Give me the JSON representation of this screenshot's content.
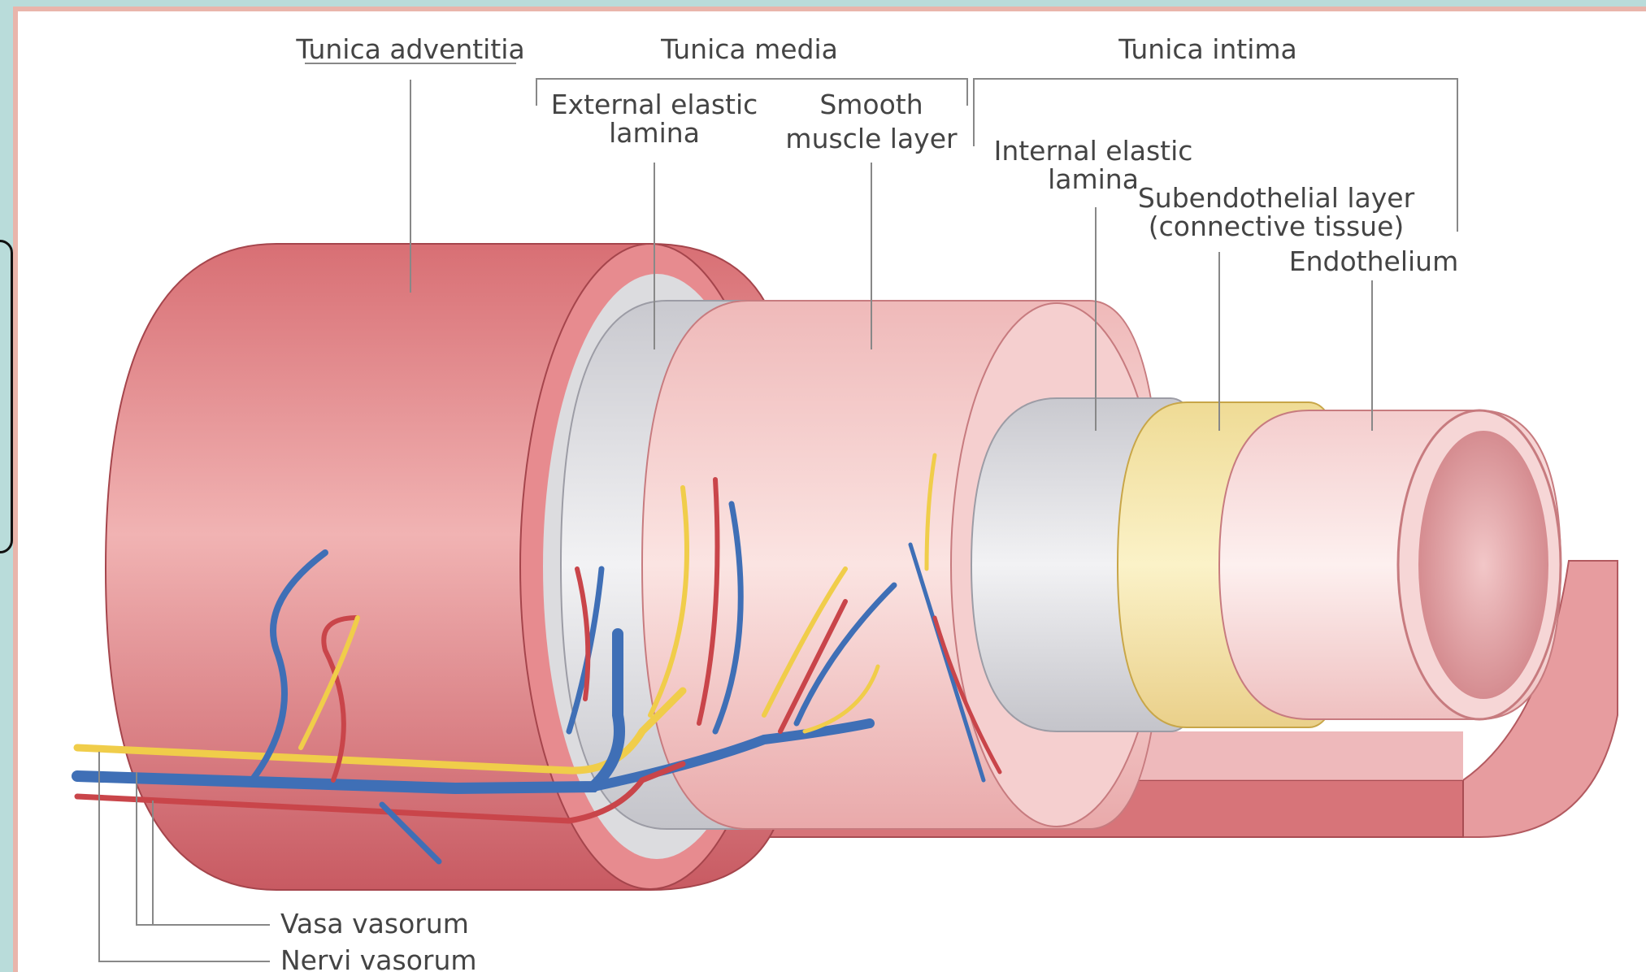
{
  "labels": {
    "tunica_adventitia": "Tunica adventitia",
    "tunica_media": "Tunica media",
    "tunica_intima": "Tunica intima",
    "external_elastic_lamina_1": "External elastic",
    "external_elastic_lamina_2": "lamina",
    "smooth_muscle_1": "Smooth",
    "smooth_muscle_2": "muscle layer",
    "internal_elastic_lamina_1": "Internal elastic",
    "internal_elastic_lamina_2": "lamina",
    "subendothelial_1": "Subendothelial layer",
    "subendothelial_2": "(connective tissue)",
    "endothelium": "Endothelium",
    "vasa_vasorum": "Vasa vasorum",
    "nervi_vasorum": "Nervi vasorum"
  },
  "colors": {
    "adventitia": "#d9777a",
    "adventitia_dark": "#b8525a",
    "elastic": "#dcdcdf",
    "media": "#f3c7c7",
    "subendothelial": "#f6e8b0",
    "endothelium": "#f8dada",
    "artery": "#c9454a",
    "vein": "#3f6fb6",
    "nerve": "#f0cd4a"
  }
}
